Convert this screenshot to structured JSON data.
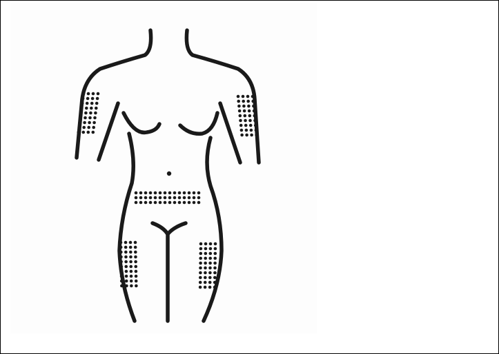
{
  "figure": {
    "icon": "body-injection-sites-icon",
    "ink_color": "#1a1a1a",
    "paper_color": "#fdfdfd",
    "regions": [
      "upper-arm-left",
      "upper-arm-right",
      "abdomen",
      "thigh-left",
      "thigh-right"
    ]
  }
}
